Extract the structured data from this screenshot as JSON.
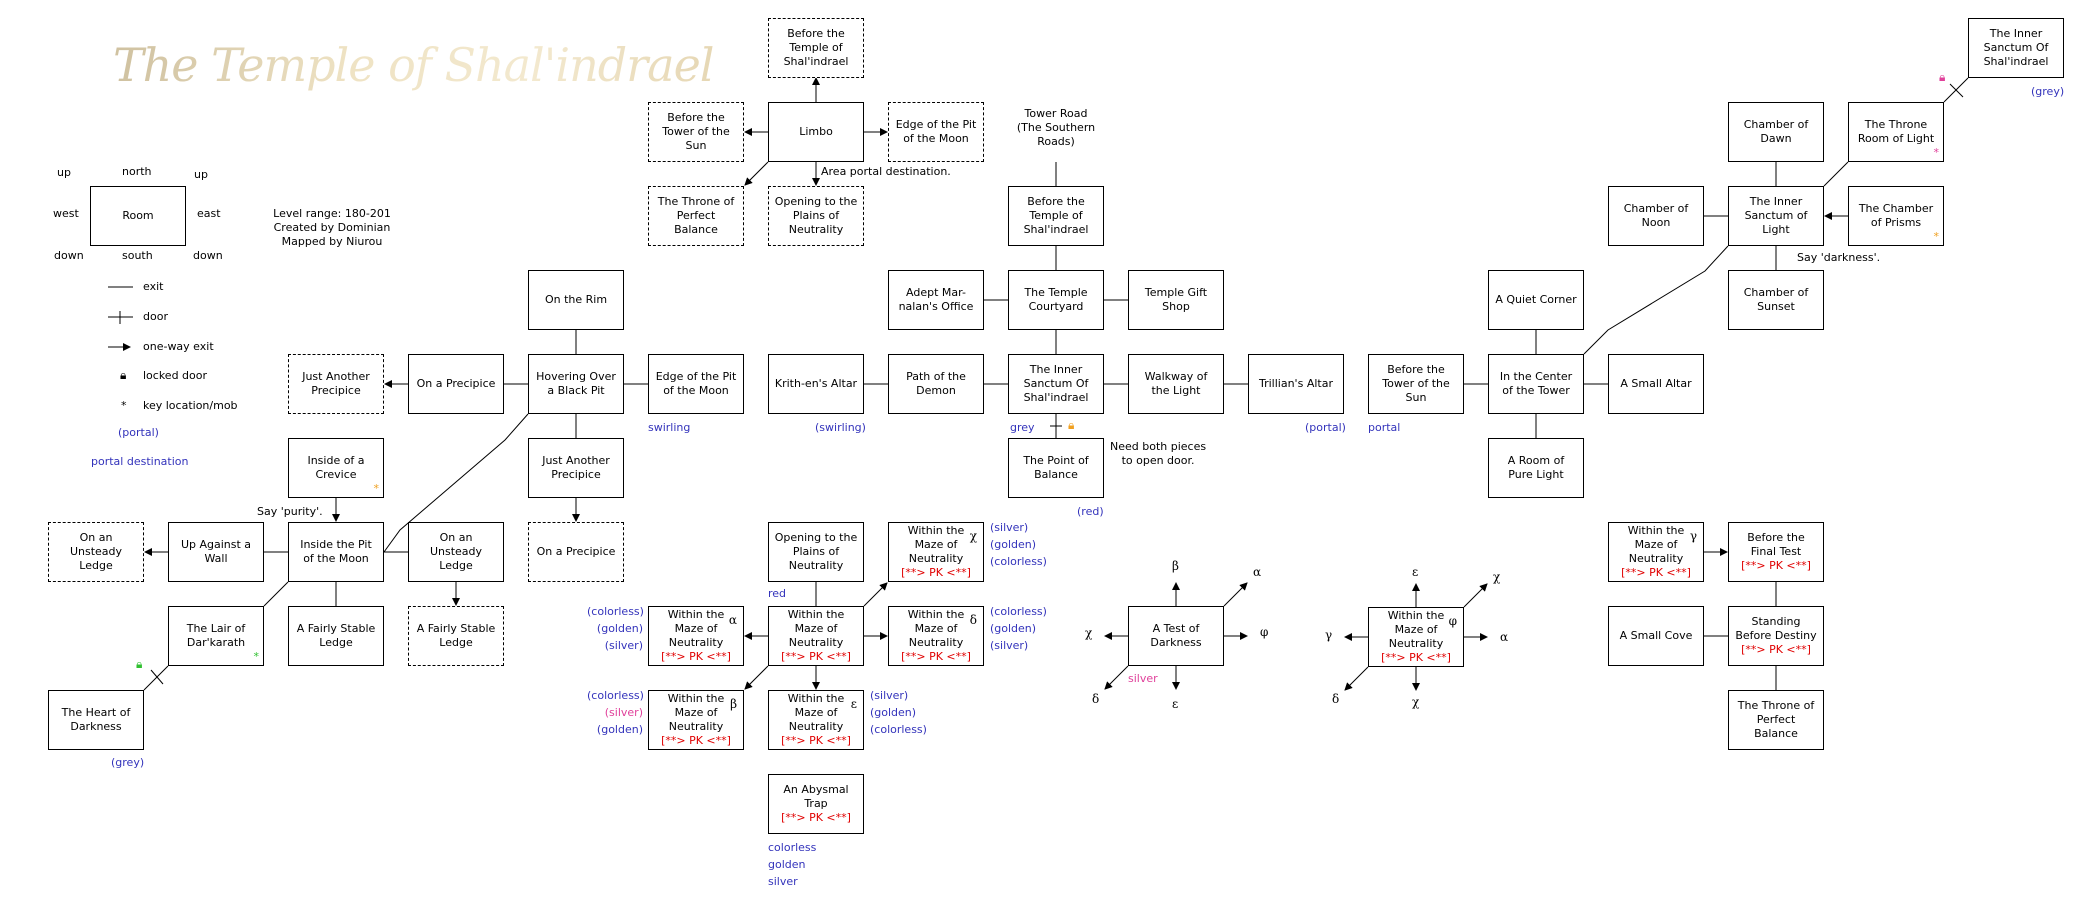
{
  "title": "The Temple of Shal'indrael",
  "info": {
    "level_range": "Level range: 180-201",
    "created_by": "Created by Dominian",
    "mapped_by": "Mapped by Niurou"
  },
  "legend": {
    "room_label": "Room",
    "up_left": "up",
    "north": "north",
    "up_right": "up",
    "west": "west",
    "east": "east",
    "down_left": "down",
    "south": "south",
    "down_right": "down",
    "exit": "exit",
    "door": "door",
    "one_way": "one-way exit",
    "locked_door": "locked door",
    "key": "key location/mob",
    "key_symbol": "*",
    "portal": "(portal)",
    "portal_destination": "portal destination"
  },
  "colors": {
    "pk": "#e00000",
    "portal": "#3333bb",
    "key_orange": "#f0a020",
    "key_green": "#30c030",
    "key_pink": "#e0409a"
  },
  "rooms": [
    {
      "id": "limbo-before-temple",
      "lines": [
        "Before the",
        "Temple of",
        "Shal'indrael"
      ],
      "dashed": true
    },
    {
      "id": "limbo",
      "lines": [
        "Limbo"
      ]
    },
    {
      "id": "limbo-tower-sun",
      "lines": [
        "Before the",
        "Tower of the",
        "Sun"
      ],
      "dashed": true
    },
    {
      "id": "limbo-edge-pit",
      "lines": [
        "Edge of the Pit",
        "of the Moon"
      ],
      "dashed": true
    },
    {
      "id": "limbo-throne",
      "lines": [
        "The Throne of",
        "Perfect",
        "Balance"
      ],
      "dashed": true
    },
    {
      "id": "limbo-opening",
      "lines": [
        "Opening to the",
        "Plains of",
        "Neutrality"
      ],
      "dashed": true
    },
    {
      "id": "before-temple",
      "lines": [
        "Before the",
        "Temple of",
        "Shal'indrael"
      ]
    },
    {
      "id": "adept-office",
      "lines": [
        "Adept Mar-",
        "nalan's Office"
      ]
    },
    {
      "id": "temple-courtyard",
      "lines": [
        "The Temple",
        "Courtyard"
      ]
    },
    {
      "id": "gift-shop",
      "lines": [
        "Temple Gift",
        "Shop"
      ]
    },
    {
      "id": "krithen-altar",
      "lines": [
        "Krith-en's Altar"
      ]
    },
    {
      "id": "path-demon",
      "lines": [
        "Path of the",
        "Demon"
      ]
    },
    {
      "id": "inner-sanctum",
      "lines": [
        "The Inner",
        "Sanctum Of",
        "Shal'indrael"
      ]
    },
    {
      "id": "walkway-light",
      "lines": [
        "Walkway of",
        "the Light"
      ]
    },
    {
      "id": "trillian-altar",
      "lines": [
        "Trillian's Altar"
      ]
    },
    {
      "id": "point-balance",
      "lines": [
        "The Point of",
        "Balance"
      ]
    },
    {
      "id": "on-the-rim",
      "lines": [
        "On the Rim"
      ]
    },
    {
      "id": "just-another-dashed",
      "lines": [
        "Just Another",
        "Precipice"
      ],
      "dashed": true
    },
    {
      "id": "on-a-precipice",
      "lines": [
        "On a Precipice"
      ]
    },
    {
      "id": "hovering",
      "lines": [
        "Hovering Over",
        "a Black Pit"
      ]
    },
    {
      "id": "edge-pit-moon",
      "lines": [
        "Edge of the Pit",
        "of the Moon"
      ]
    },
    {
      "id": "crevice",
      "lines": [
        "Inside of a",
        "Crevice"
      ],
      "star": "orange"
    },
    {
      "id": "just-another",
      "lines": [
        "Just Another",
        "Precipice"
      ]
    },
    {
      "id": "on-a-precipice-dashed",
      "lines": [
        "On a Precipice"
      ],
      "dashed": true
    },
    {
      "id": "unsteady-dashed",
      "lines": [
        "On an",
        "Unsteady",
        "Ledge"
      ],
      "dashed": true
    },
    {
      "id": "up-against-wall",
      "lines": [
        "Up Against a",
        "Wall"
      ]
    },
    {
      "id": "pit-moon",
      "lines": [
        "Inside the Pit",
        "of the Moon"
      ]
    },
    {
      "id": "unsteady",
      "lines": [
        "On an",
        "Unsteady",
        "Ledge"
      ]
    },
    {
      "id": "lair",
      "lines": [
        "The Lair of",
        "Dar'karath"
      ],
      "star": "green"
    },
    {
      "id": "fairly-stable",
      "lines": [
        "A Fairly Stable",
        "Ledge"
      ]
    },
    {
      "id": "fairly-stable-dashed",
      "lines": [
        "A Fairly Stable",
        "Ledge"
      ],
      "dashed": true
    },
    {
      "id": "heart-darkness",
      "lines": [
        "The Heart of",
        "Darkness"
      ]
    },
    {
      "id": "opening-plains",
      "lines": [
        "Opening to the",
        "Plains of",
        "Neutrality"
      ]
    },
    {
      "id": "maze-chi",
      "lines": [
        "Within the",
        "Maze of",
        "Neutrality"
      ],
      "pk": "[**> PK <**]",
      "greek": "χ"
    },
    {
      "id": "maze-alpha",
      "lines": [
        "Within the",
        "Maze of",
        "Neutrality"
      ],
      "pk": "[**> PK <**]",
      "greek": "α"
    },
    {
      "id": "maze-center",
      "lines": [
        "Within the",
        "Maze of",
        "Neutrality"
      ],
      "pk": "[**> PK <**]"
    },
    {
      "id": "maze-delta",
      "lines": [
        "Within the",
        "Maze of",
        "Neutrality"
      ],
      "pk": "[**> PK <**]",
      "greek": "δ"
    },
    {
      "id": "maze-beta",
      "lines": [
        "Within the",
        "Maze of",
        "Neutrality"
      ],
      "pk": "[**> PK <**]",
      "greek": "β"
    },
    {
      "id": "maze-epsilon",
      "lines": [
        "Within the",
        "Maze of",
        "Neutrality"
      ],
      "pk": "[**> PK <**]",
      "greek": "ε"
    },
    {
      "id": "abysmal-trap",
      "lines": [
        "An Abysmal",
        "Trap"
      ],
      "pk": "[**> PK <**]"
    },
    {
      "id": "test-darkness",
      "lines": [
        "A Test of",
        "Darkness"
      ]
    },
    {
      "id": "maze-phi",
      "lines": [
        "Within the",
        "Maze of",
        "Neutrality"
      ],
      "pk": "[**> PK <**]",
      "greek": "φ"
    },
    {
      "id": "tower-sun",
      "lines": [
        "Before the",
        "Tower of the",
        "Sun"
      ]
    },
    {
      "id": "center-tower",
      "lines": [
        "In the Center",
        "of the Tower"
      ]
    },
    {
      "id": "quiet-corner",
      "lines": [
        "A Quiet Corner"
      ]
    },
    {
      "id": "small-altar",
      "lines": [
        "A Small Altar"
      ]
    },
    {
      "id": "pure-light",
      "lines": [
        "A Room of",
        "Pure Light"
      ]
    },
    {
      "id": "sanctum-light",
      "lines": [
        "The Inner",
        "Sanctum of",
        "Light"
      ]
    },
    {
      "id": "chamber-dawn",
      "lines": [
        "Chamber of",
        "Dawn"
      ]
    },
    {
      "id": "chamber-noon",
      "lines": [
        "Chamber of",
        "Noon"
      ]
    },
    {
      "id": "throne-room-light",
      "lines": [
        "The Throne",
        "Room of Light"
      ],
      "star": "pink"
    },
    {
      "id": "chamber-prisms",
      "lines": [
        "The Chamber",
        "of Prisms"
      ],
      "star": "orange"
    },
    {
      "id": "chamber-sunset",
      "lines": [
        "Chamber of",
        "Sunset"
      ]
    },
    {
      "id": "inner-sanctum-top",
      "lines": [
        "The Inner",
        "Sanctum Of",
        "Shal'indrael"
      ]
    },
    {
      "id": "maze-gamma",
      "lines": [
        "Within the",
        "Maze of",
        "Neutrality"
      ],
      "pk": "[**> PK <**]",
      "greek": "γ"
    },
    {
      "id": "final-test",
      "lines": [
        "Before the",
        "Final Test"
      ],
      "pk": "[**> PK <**]"
    },
    {
      "id": "small-cove",
      "lines": [
        "A Small Cove"
      ]
    },
    {
      "id": "standing-destiny",
      "lines": [
        "Standing",
        "Before Destiny"
      ],
      "pk": "[**> PK <**]"
    },
    {
      "id": "throne-balance",
      "lines": [
        "The Throne of",
        "Perfect",
        "Balance"
      ]
    }
  ],
  "notes": {
    "area_portal": "Area portal destination.",
    "tower_road": [
      "Tower Road",
      "(The Southern",
      "Roads)"
    ],
    "need_both": [
      "Need both pieces",
      "to open door."
    ],
    "say_purity": "Say 'purity'.",
    "say_darkness": "Say 'darkness'."
  },
  "portal_labels": {
    "swirling_edge": "swirling",
    "swirling_krith": "(swirling)",
    "grey_sanctum": "grey",
    "red_balance": "(red)",
    "portal_trillian": "(portal)",
    "portal_tower": "portal",
    "grey_heart": "(grey)",
    "grey_top": "(grey)",
    "red_opening": "red",
    "chi_list": [
      "(silver)",
      "(golden)",
      "(colorless)"
    ],
    "alpha_list": [
      "(colorless)",
      "(golden)",
      "(silver)"
    ],
    "delta_list": [
      "(colorless)",
      "(golden)",
      "(silver)"
    ],
    "beta_list": [
      "(colorless)",
      "(silver)",
      "(golden)"
    ],
    "epsilon_list": [
      "(silver)",
      "(golden)",
      "(colorless)"
    ],
    "abysmal_list": [
      "colorless",
      "golden",
      "silver"
    ],
    "silver_test": "silver"
  },
  "test_darkness_exits": {
    "n": "β",
    "ne": "α",
    "e": "φ",
    "s": "ε",
    "sw": "δ",
    "w": "χ"
  },
  "maze_phi_exits": {
    "n": "ε",
    "ne": "χ",
    "e": "α",
    "s": "χ",
    "sw": "δ",
    "w": "γ"
  }
}
